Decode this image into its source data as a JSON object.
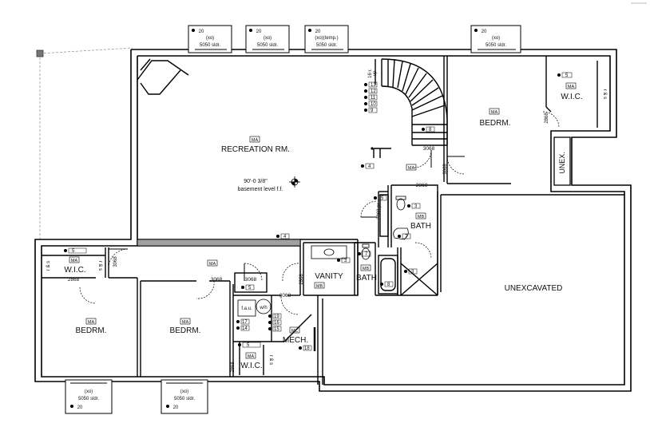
{
  "rooms": {
    "recreation": {
      "tag": "MA",
      "name": "RECREATION RM.",
      "elevation_value": "90'-0 3/8\"",
      "elevation_label": "basement level f.f."
    },
    "bedroom_ne": {
      "tag": "MA",
      "name": "BEDRM."
    },
    "wic_ne": {
      "tag": "MA",
      "name": "W.I.C.",
      "shelf": "r & s",
      "marker": "5"
    },
    "unex_strip": {
      "name": "UNEX."
    },
    "bath_upper": {
      "tag": "MB",
      "name": "BATH"
    },
    "bath_lower": {
      "tag": "MB",
      "name": "BATH"
    },
    "vanity": {
      "tag": "MB",
      "name": "VANITY"
    },
    "hall": {
      "tag": "MA"
    },
    "wic_w": {
      "tag": "MA",
      "name": "W.I.C.",
      "shelf": "r & s",
      "marker": "5"
    },
    "bedroom_w": {
      "tag": "MA",
      "name": "BEDRM."
    },
    "bedroom_c": {
      "tag": "MA",
      "name": "BEDRM."
    },
    "wic_s": {
      "tag": "MA",
      "name": "W.I.C.",
      "shelf": "r & s",
      "marker": "5"
    },
    "mech": {
      "tag": "MC",
      "name": "MECH.",
      "fau": "f.a.u.",
      "wh": "w/h"
    },
    "unexcavated": {
      "name": "UNEXCAVATED"
    }
  },
  "stair": {
    "label": "16 r.",
    "dir": "up",
    "markers": [
      "13",
      "12",
      "11",
      "10",
      "9"
    ],
    "marker_low": "8"
  },
  "windows": {
    "top1": {
      "code": "(xo)",
      "size": "5050 sldr.",
      "marker": "20"
    },
    "top2": {
      "code": "(xo)",
      "size": "5050 sldr.",
      "marker": "20"
    },
    "top3": {
      "code": "(xo)(temp.)",
      "size": "5050 sldr.",
      "marker": "20"
    },
    "top4": {
      "code": "(xo)",
      "size": "5050 sldr.",
      "marker": "20"
    },
    "bot1": {
      "code": "(xo)",
      "size": "5050 sldr.",
      "marker": "20"
    },
    "bot2": {
      "code": "(xo)",
      "size": "5050 sldr.",
      "marker": "20"
    }
  },
  "doors": {
    "d1": "3068",
    "d2": "3068",
    "d3": "2868",
    "d4": "3068",
    "d5": "2868",
    "d6": "2868 pr.",
    "d7": "3068",
    "d8": "2868",
    "d9": "3068",
    "d10": "3068",
    "d11": "3068",
    "d12": "2868",
    "d13": "2868",
    "d14": "2868"
  },
  "markers": {
    "m4a": "4",
    "m4b": "4",
    "m5a": "5",
    "m3a": "3",
    "m7a": "7",
    "m3b": "3",
    "m7b": "7",
    "m8a": "8",
    "m3c": "3",
    "m5b": "5",
    "m17": "17",
    "m14": "14",
    "m19": "19",
    "m16": "16",
    "m15": "15",
    "m18": "18"
  }
}
